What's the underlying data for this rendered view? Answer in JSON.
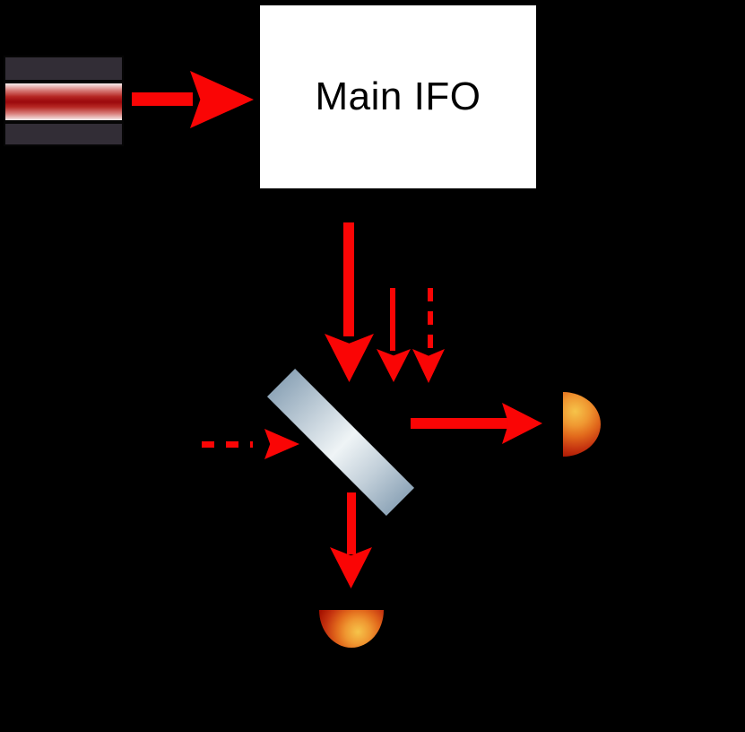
{
  "diagram": {
    "type": "optical-schematic",
    "background_color": "#000000",
    "main_ifo": {
      "label": "Main IFO",
      "fill_color": "#ffffff",
      "border_color": "#000000",
      "text_color": "#000000"
    },
    "laser": {
      "description": "laser source block with red beam stripe",
      "housing_color": "#322d36",
      "beam_core_color": "#9e0b0e",
      "beam_edge_color": "#f7eeee"
    },
    "beamsplitter": {
      "description": "45-degree tilted glass plate",
      "edge_color": "#8fa6b9",
      "center_color": "#eff4f6",
      "rotation_deg": 45
    },
    "photodetectors": [
      {
        "name": "photodetector-right",
        "orientation": "facing-left",
        "highlight_color": "#f6c44a",
        "edge_color": "#a61200"
      },
      {
        "name": "photodetector-bottom",
        "orientation": "facing-up",
        "highlight_color": "#f6c44a",
        "edge_color": "#a61200"
      }
    ],
    "arrows": {
      "color": "#fa0505",
      "items": [
        {
          "name": "laser-to-ifo",
          "style": "solid-thick",
          "direction": "right"
        },
        {
          "name": "ifo-output-carrier",
          "style": "solid-thick",
          "direction": "down"
        },
        {
          "name": "ifo-output-signal",
          "style": "solid-thin",
          "direction": "down"
        },
        {
          "name": "ifo-output-vacuum",
          "style": "dashed",
          "direction": "down"
        },
        {
          "name": "open-port-vacuum",
          "style": "dashed",
          "direction": "right"
        },
        {
          "name": "beamsplitter-to-right-detector",
          "style": "solid",
          "direction": "right"
        },
        {
          "name": "beamsplitter-to-bottom-detector",
          "style": "solid",
          "direction": "down"
        }
      ]
    }
  }
}
